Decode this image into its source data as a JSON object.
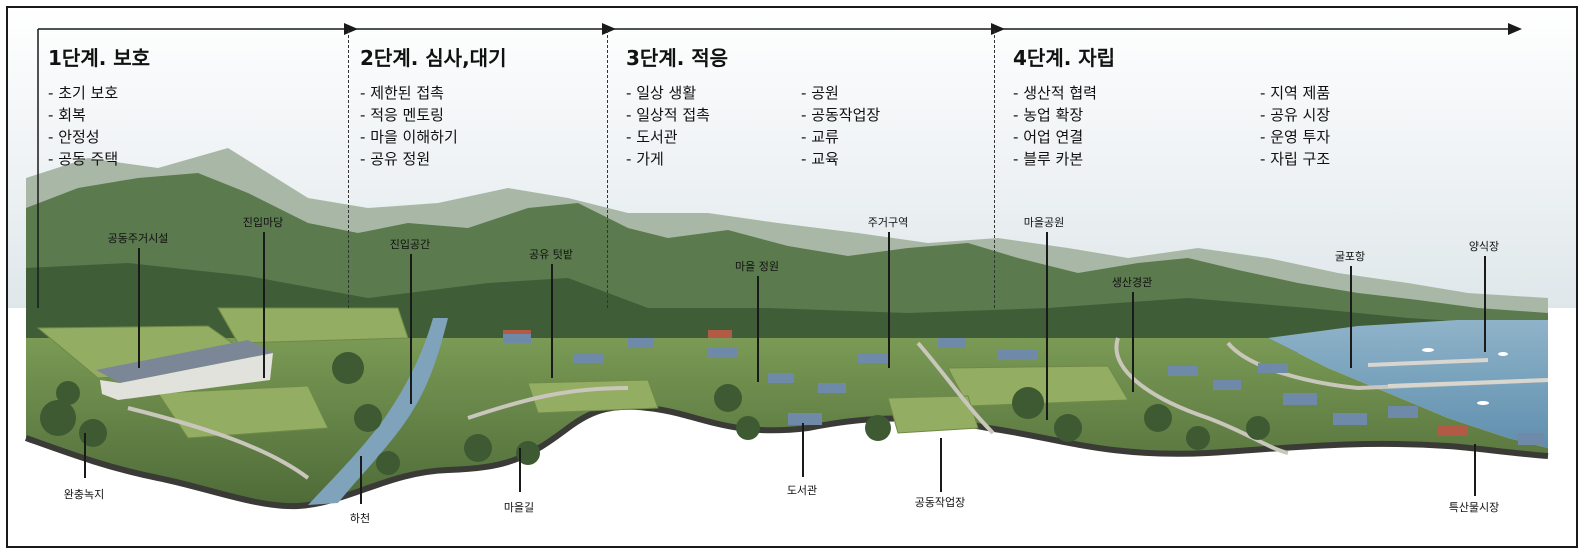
{
  "phases": [
    {
      "title": "1단계. 보호",
      "items": [
        "초기 보호",
        "회복",
        "안정성",
        "공동 주택"
      ]
    },
    {
      "title": "2단계. 심사,대기",
      "items": [
        "제한된 접촉",
        "적응 멘토링",
        "마을 이해하기",
        "공유 정원"
      ]
    },
    {
      "title": "3단계. 적응",
      "items": [
        "일상 생활",
        "일상적 접촉",
        "도서관",
        "가게"
      ],
      "items2": [
        "공원",
        "공동작업장",
        "교류",
        "교육"
      ]
    },
    {
      "title": "4단계. 자립",
      "items": [
        "생산적 협력",
        "농업 확장",
        "어업 연결",
        "블루 카본"
      ],
      "items2": [
        "지역 제품",
        "공유 시장",
        "운영 투자",
        "자립 구조"
      ]
    }
  ],
  "labels": {
    "top": [
      "공동주거시설",
      "진입마당",
      "진입공간",
      "공유 텃밭",
      "마을 정원",
      "주거구역",
      "마을공원",
      "생산경관",
      "굴포항",
      "양식장"
    ],
    "bottom": [
      "완충녹지",
      "하천",
      "마을길",
      "도서관",
      "공동작업장",
      "특산물시장"
    ]
  },
  "colors": {
    "mountain_far": "#9fb09c",
    "mountain_near": "#4f6e45",
    "field": "#7f9b52",
    "sea": "#6f9ab7",
    "ground_edge": "#3a3a36"
  }
}
